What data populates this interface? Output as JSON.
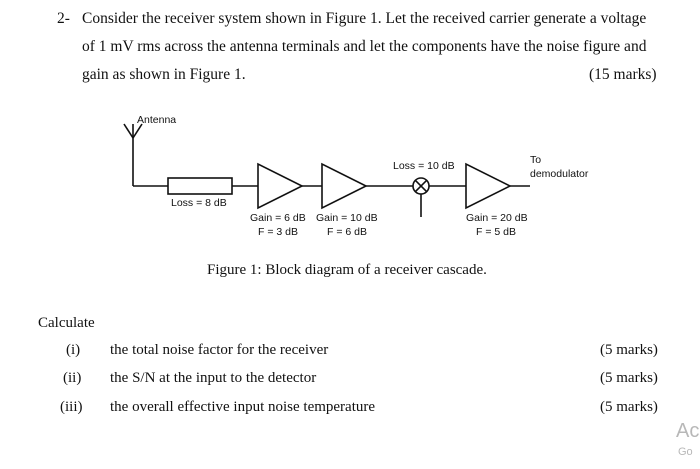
{
  "question": {
    "number": "2-",
    "line1": "Consider the receiver system shown in Figure 1. Let the received carrier generate a voltage",
    "line2": "of 1 mV rms across the antenna terminals and let the components have the noise figure and",
    "line3": "gain as shown in Figure 1.",
    "marks": "(15 marks)"
  },
  "figure": {
    "antenna_label": "Antenna",
    "loss1_label": "Loss = 8 dB",
    "amp1_gain": "Gain = 6 dB",
    "amp1_nf": "F = 3 dB",
    "amp2_gain": "Gain = 10 dB",
    "amp2_nf": "F = 6 dB",
    "loss2_label": "Loss = 10 dB",
    "amp3_gain": "Gain = 20 dB",
    "amp3_nf": "F = 5 dB",
    "output_label_1": "To",
    "output_label_2": "demodulator",
    "caption": "Figure 1: Block diagram of a receiver cascade."
  },
  "calculate": {
    "heading": "Calculate",
    "items": [
      {
        "num": "(i)",
        "text": "the total noise factor for the receiver",
        "marks": "(5 marks)"
      },
      {
        "num": "(ii)",
        "text": "the S/N at the input to the detector",
        "marks": "(5 marks)"
      },
      {
        "num": "(iii)",
        "text": "the overall effective input noise temperature",
        "marks": "(5 marks)"
      }
    ]
  },
  "watermark": {
    "line1": "Ac",
    "line2": "Go"
  }
}
